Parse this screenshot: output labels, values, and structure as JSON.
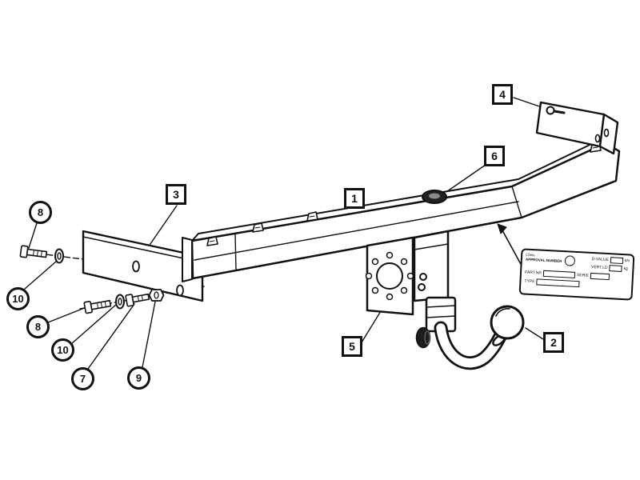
{
  "diagram": {
    "kind": "towbar exploded parts diagram",
    "colors": {
      "line": "#111111",
      "background": "#ffffff",
      "knob": "#1c1c1c",
      "cap": "#222222"
    }
  },
  "callouts": {
    "part1": "1",
    "part2": "2",
    "part3": "3",
    "part4": "4",
    "part5": "5",
    "part6": "6",
    "part7": "7",
    "part8_upper": "8",
    "part8_lower": "8",
    "part9": "9",
    "part10_upper": "10",
    "part10_lower": "10"
  },
  "data_plate": {
    "class_label": "Class",
    "approval_number_label": "APPROVAL NUMBER",
    "d_value_label": "D-VALUE",
    "d_value_unit": "kN",
    "vertical_load_label": "VERT.LD",
    "vertical_load_unit": "kg",
    "part_number_label": "PART.NR",
    "serie_label": "SERIE",
    "type_label": "TYPE"
  }
}
